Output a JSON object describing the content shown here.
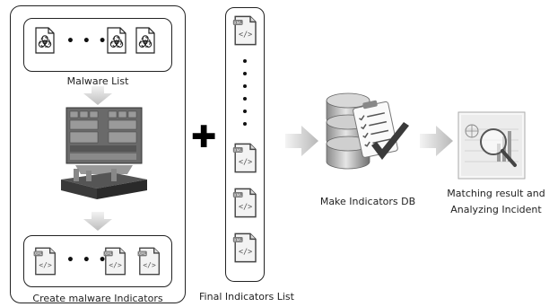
{
  "diagram": {
    "malware_list_label": "Malware List",
    "ellipsis": "• • •",
    "create_indicators_label": "Create malware Indicators",
    "final_indicators_label": "Final Indicators List",
    "make_db_label": "Make Indicators DB",
    "result_label_line1": "Matching result and",
    "result_label_line2": "Analyzing Incident",
    "plus_symbol": "✚",
    "icons": {
      "malware_file": "biohazard-file-icon",
      "indicator_file": "code-file-icon",
      "sandbox": "vmware-server-icon",
      "database": "database-checklist-icon",
      "analysis": "analysis-magnifier-icon"
    }
  }
}
